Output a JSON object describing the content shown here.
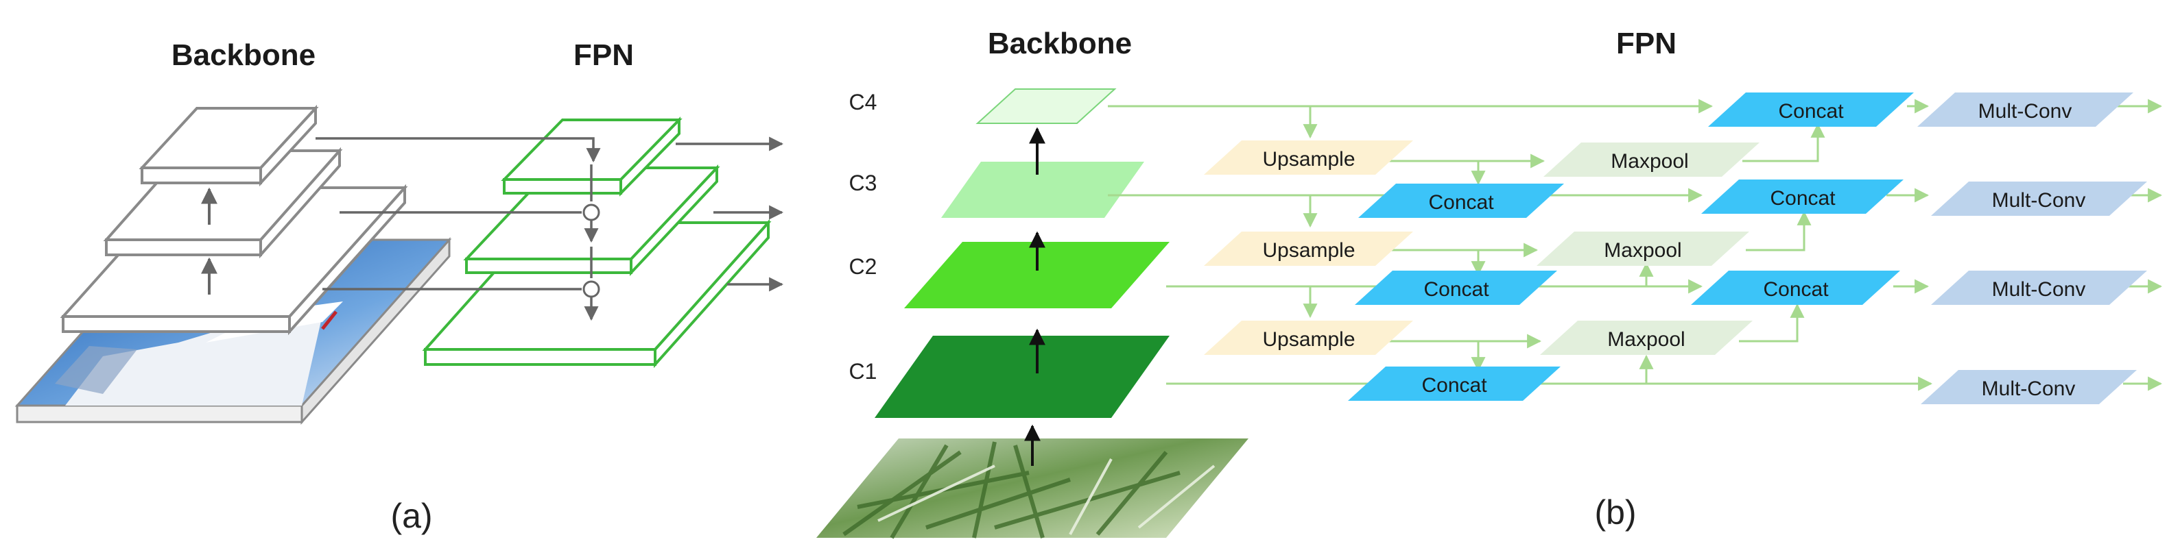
{
  "panel_a": {
    "backbone_title": "Backbone",
    "fpn_title": "FPN",
    "caption": "(a)"
  },
  "panel_b": {
    "backbone_title": "Backbone",
    "fpn_title": "FPN",
    "caption": "(b)",
    "levels": [
      "C4",
      "C3",
      "C2",
      "C1"
    ],
    "blocks": {
      "upsample": "Upsample",
      "maxpool": "Maxpool",
      "concat": "Concat",
      "mult_conv": "Mult-Conv"
    }
  },
  "colors": {
    "c4": "#e6fbe3",
    "c3": "#adf2aa",
    "c2": "#52dd2a",
    "c1": "#1c8f2d",
    "upsample": "#fdf1d2",
    "maxpool": "#e2efdc",
    "concat": "#3cc4f8",
    "mult_conv": "#bcd3ec",
    "fpn_line": "#3cb83c",
    "arrow_b": "#a6d98e"
  }
}
